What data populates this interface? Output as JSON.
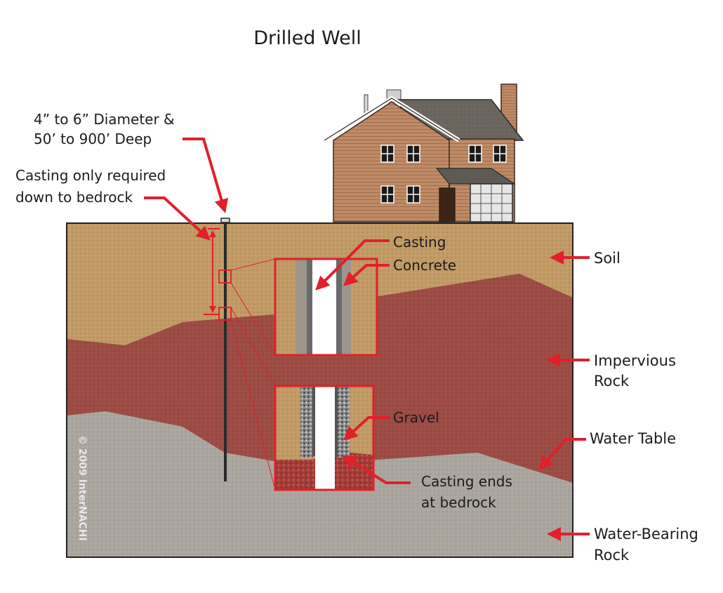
{
  "title": "Drilled Well",
  "callouts": {
    "diameter": [
      "4” to 6” Diameter &",
      "50’ to 900’ Deep"
    ],
    "casing_required": [
      "Casting only required",
      "down to bedrock"
    ],
    "casting": "Casting",
    "concrete": "Concrete",
    "gravel": "Gravel",
    "casting_ends": [
      "Casting ends",
      "at bedrock"
    ]
  },
  "layers": {
    "soil": "Soil",
    "impervious": [
      "Impervious",
      "Rock"
    ],
    "water_table": "Water Table",
    "water_bearing": [
      "Water-Bearing",
      "Rock"
    ]
  },
  "copyright": "© 2009 InterNACHI",
  "colors": {
    "soil": "#c19a66",
    "impervious_rock": "#9c4c45",
    "water_bearing_rock": "#aba59f",
    "arrow": "#e0202a",
    "house_siding": "#bf8a66",
    "roof": "#6b6760"
  }
}
